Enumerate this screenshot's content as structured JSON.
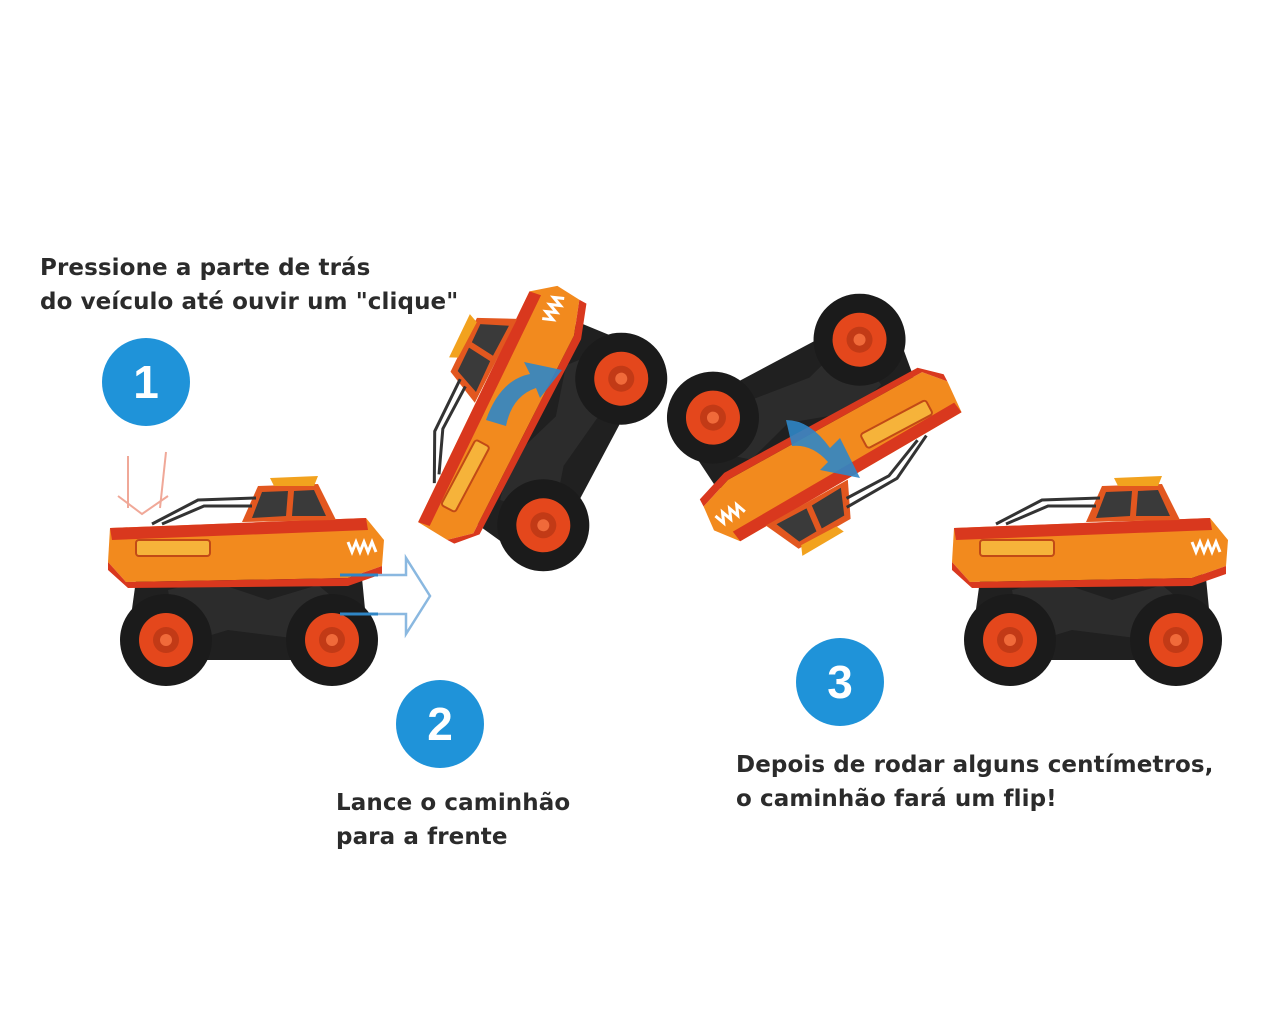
{
  "steps": [
    {
      "number": "1",
      "lines": [
        "Pressione a parte de trás",
        "do veículo até ouvir um \"clique\""
      ]
    },
    {
      "number": "2",
      "lines": [
        "Lance o caminhão",
        "para a frente"
      ]
    },
    {
      "number": "3",
      "lines": [
        "Depois de rodar alguns centímetros,",
        "o caminhão fará um flip!"
      ]
    }
  ],
  "colors": {
    "badge": "#1f93d9",
    "text": "#2b2b2b",
    "tire": "#1b1b1b",
    "wheel_hub": "#e4471c",
    "body_orange": "#f28a1e",
    "body_red": "#d9381e",
    "arrow_blue": "#2f86c6"
  },
  "icons": [
    "press-down-arrow-icon",
    "forward-arrow-icon",
    "flip-arrow-icon"
  ]
}
